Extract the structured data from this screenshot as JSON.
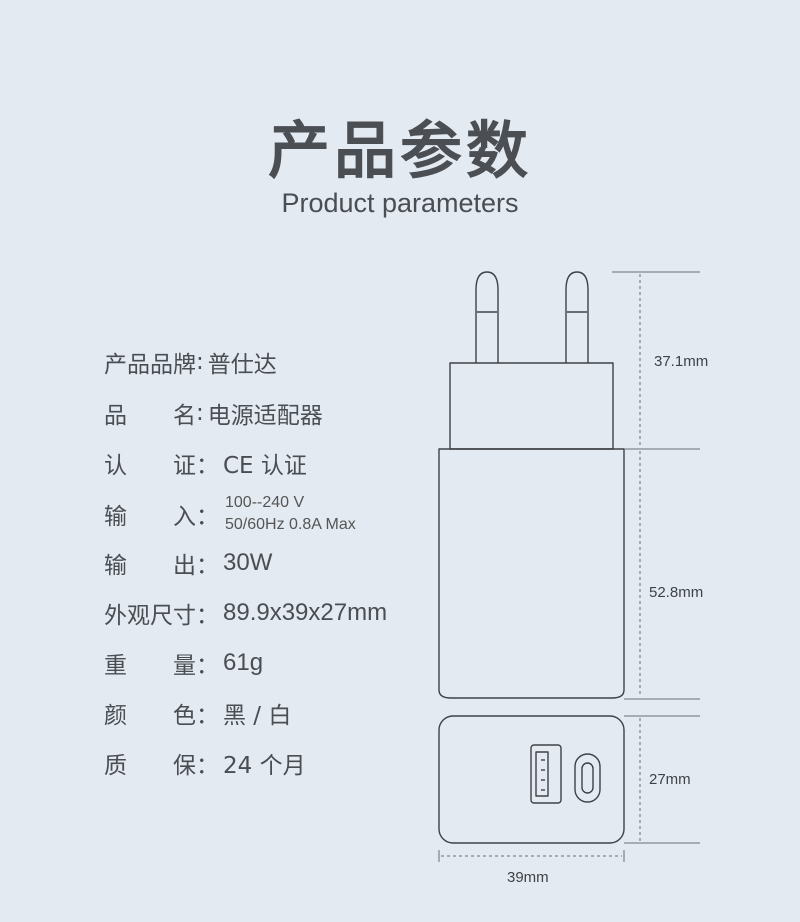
{
  "header": {
    "title_cn": "产品参数",
    "title_en": "Product parameters"
  },
  "specs": [
    {
      "label": "产品品牌",
      "sep": " : ",
      "value": "普仕达"
    },
    {
      "label": "品　　名",
      "sep": " : ",
      "value": "电源适配器"
    },
    {
      "label": "认　　证",
      "sep": "：",
      "value": "CE 认证"
    },
    {
      "label": "输　　入",
      "sep": "：",
      "value_lines": [
        "100--240 V",
        "50/60Hz 0.8A  Max"
      ]
    },
    {
      "label": "输　　出",
      "sep": "：",
      "value": "30W"
    },
    {
      "label": "外观尺寸",
      "sep": "：",
      "value": "89.9x39x27mm"
    },
    {
      "label": "重　　量",
      "sep": "：",
      "value": "61g"
    },
    {
      "label": "颜　　色",
      "sep": "：",
      "value": "黑 / 白"
    },
    {
      "label": "质　　保",
      "sep": "：",
      "value": "24 个月"
    }
  ],
  "dimensions": {
    "plug_height": "37.1mm",
    "body_height": "52.8mm",
    "depth": "27mm",
    "width": "39mm"
  },
  "colors": {
    "background": "#e3eaf2",
    "line": "#3f4246",
    "text": "#4a4d52"
  }
}
